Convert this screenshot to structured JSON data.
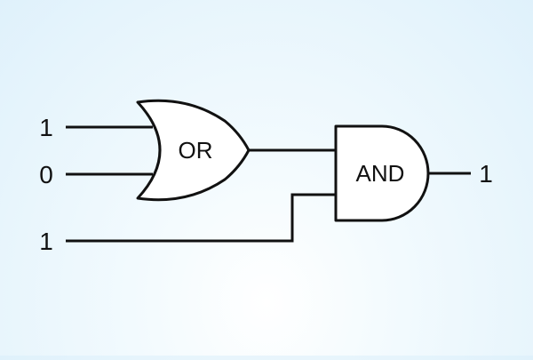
{
  "circuit": {
    "inputs": [
      {
        "value": "1"
      },
      {
        "value": "0"
      },
      {
        "value": "1"
      }
    ],
    "or_gate": {
      "label": "OR"
    },
    "and_gate": {
      "label": "AND"
    },
    "output": {
      "value": "1"
    }
  }
}
